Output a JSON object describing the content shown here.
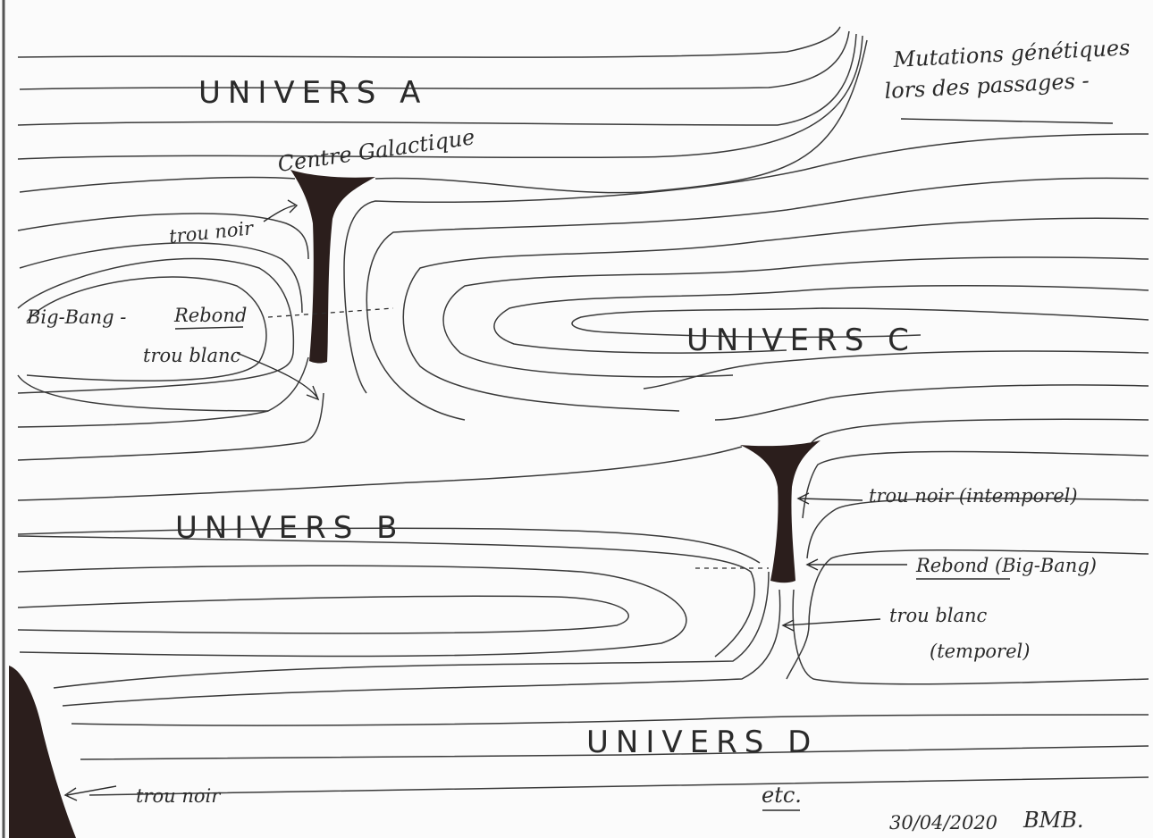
{
  "labels": {
    "universe_a": "UNIVERS A",
    "universe_b": "UNIVERS B",
    "universe_c": "UNIVERS C",
    "universe_d": "UNIVERS D",
    "galactic_center": "Centre Galactique",
    "black_hole_1": "trou noir",
    "big_bang_left": "Big-Bang -",
    "rebound_left": "Rebond",
    "white_hole_left": "trou blanc",
    "mutations_line1": "Mutations génétiques",
    "mutations_line2": "lors des passages -",
    "black_hole_2": "trou noir (intemporel)",
    "rebound_right": "Rebond (Big-Bang)",
    "white_hole_right_1": "trou blanc",
    "white_hole_right_2": "(temporel)",
    "black_hole_3": "trou noir",
    "etc": "etc.",
    "date": "30/04/2020",
    "signature": "BMB."
  },
  "colors": {
    "ink": "#2a2a2a",
    "hole": "#2b1e1c",
    "paper": "#fbfbfb"
  }
}
